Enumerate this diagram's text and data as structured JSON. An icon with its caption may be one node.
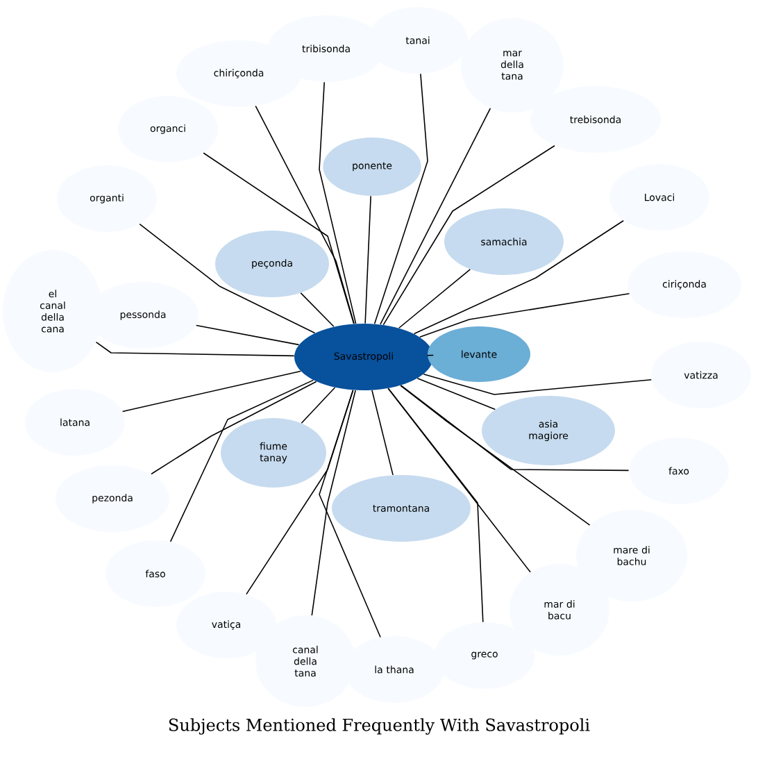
{
  "diagram": {
    "caption": "Subjects Mentioned Frequently With Savastropoli",
    "nodes": [
      {
        "text": [
          "Savastropoli"
        ]
      },
      {
        "text": [
          "levante"
        ]
      },
      {
        "text": [
          "ponente"
        ]
      },
      {
        "text": [
          "samachia"
        ]
      },
      {
        "text": [
          "peçonda"
        ]
      },
      {
        "text": [
          "fiume tanay"
        ]
      },
      {
        "text": [
          "asia magiore"
        ]
      },
      {
        "text": [
          "tramontana"
        ]
      },
      {
        "text": [
          "tribisonda"
        ]
      },
      {
        "text": [
          "tanai"
        ]
      },
      {
        "text": [
          "chiriçonda"
        ]
      },
      {
        "text": [
          "mar della tana"
        ]
      },
      {
        "text": [
          "organci"
        ]
      },
      {
        "text": [
          "trebisonda"
        ]
      },
      {
        "text": [
          "organti"
        ]
      },
      {
        "text": [
          "Lovaci"
        ]
      },
      {
        "text": [
          "el canal della cana"
        ]
      },
      {
        "text": [
          "pessonda"
        ]
      },
      {
        "text": [
          "ciriçonda"
        ]
      },
      {
        "text": [
          "vatizza"
        ]
      },
      {
        "text": [
          "latana"
        ]
      },
      {
        "text": [
          "faxo"
        ]
      },
      {
        "text": [
          "pezonda"
        ]
      },
      {
        "text": [
          "mare di bachu"
        ]
      },
      {
        "text": [
          "faso"
        ]
      },
      {
        "text": [
          "mar di bacu"
        ]
      },
      {
        "text": [
          "vatiça"
        ]
      },
      {
        "text": [
          "canal della tana"
        ]
      },
      {
        "text": [
          "greco"
        ]
      },
      {
        "text": [
          "la thana"
        ]
      }
    ],
    "edges": [
      {
        "from": 0,
        "to": 1,
        "arrow": "none"
      },
      {
        "from": 0,
        "to": 2,
        "arrow": "none"
      },
      {
        "from": 0,
        "to": 3,
        "arrow": "none"
      },
      {
        "from": 0,
        "to": 4,
        "arrow": "none"
      },
      {
        "from": 0,
        "to": 5,
        "arrow": "none"
      },
      {
        "from": 0,
        "to": 6,
        "arrow": "none"
      },
      {
        "from": 0,
        "to": 7,
        "arrow": "none"
      },
      {
        "from": 0,
        "to": 8,
        "arrow": "none"
      },
      {
        "from": 0,
        "to": 9,
        "arrow": "none"
      },
      {
        "from": 0,
        "to": 10,
        "arrow": "none"
      },
      {
        "from": 0,
        "to": 11,
        "arrow": "none"
      },
      {
        "from": 0,
        "to": 12,
        "arrow": "none"
      },
      {
        "from": 0,
        "to": 13,
        "arrow": "none"
      },
      {
        "from": 0,
        "to": 14,
        "arrow": "none"
      },
      {
        "from": 0,
        "to": 15,
        "arrow": "none"
      },
      {
        "from": 0,
        "to": 16,
        "arrow": "none"
      },
      {
        "from": 0,
        "to": 17,
        "arrow": "none"
      },
      {
        "from": 0,
        "to": 18,
        "arrow": "none"
      },
      {
        "from": 0,
        "to": 19,
        "arrow": "none"
      },
      {
        "from": 0,
        "to": 20,
        "arrow": "none"
      },
      {
        "from": 0,
        "to": 21,
        "arrow": "none"
      },
      {
        "from": 0,
        "to": 22,
        "arrow": "none"
      },
      {
        "from": 0,
        "to": 23,
        "arrow": "none"
      },
      {
        "from": 0,
        "to": 24,
        "arrow": "none"
      },
      {
        "from": 0,
        "to": 25,
        "arrow": "none"
      },
      {
        "from": 0,
        "to": 26,
        "arrow": "none"
      },
      {
        "from": 0,
        "to": 27,
        "arrow": "none"
      },
      {
        "from": 0,
        "to": 28,
        "arrow": "none"
      },
      {
        "from": 0,
        "to": 29,
        "arrow": "none"
      }
    ]
  }
}
